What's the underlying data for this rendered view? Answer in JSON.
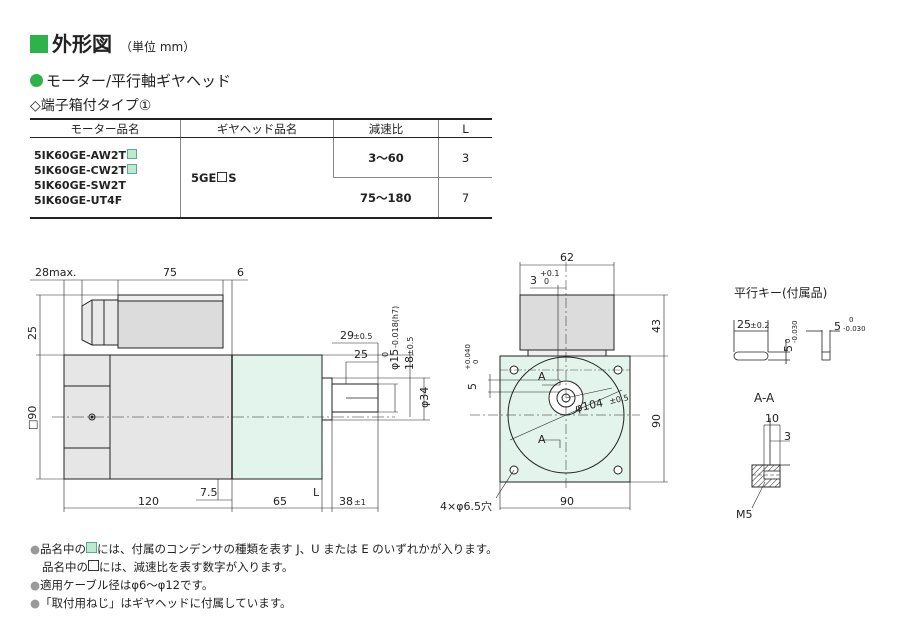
{
  "header": {
    "title": "外形図",
    "unit": "（単位 mm）",
    "subtitle": "モーター/平行軸ギヤヘッド",
    "subtitle2": "◇端子箱付タイプ①"
  },
  "table": {
    "headers": [
      "モーター品名",
      "ギヤヘッド品名",
      "減速比",
      "L"
    ],
    "models": [
      "5IK60GE-AW2T",
      "5IK60GE-CW2T",
      "5IK60GE-SW2T",
      "5IK60GE-UT4F"
    ],
    "gearhead_prefix": "5GE",
    "gearhead_suffix": "S",
    "rows": [
      {
        "ratio": "3～60",
        "L": "3"
      },
      {
        "ratio": "75～180",
        "L": "7"
      }
    ]
  },
  "dims": {
    "side": {
      "d28max": "28max.",
      "d75": "75",
      "d6": "6",
      "d25": "25",
      "d90": "□90",
      "d120": "120",
      "d7_5": "7.5",
      "d65": "65",
      "dL": "L",
      "d38": "38",
      "d38tol": "±1",
      "d29": "29",
      "d29tol": "±0.5",
      "d25b": "25",
      "d15": "φ15",
      "d15tol": "-0.018(h7)",
      "d15tol0": "0",
      "d18": "18",
      "d18tol": "±0.5",
      "d34": "φ34"
    },
    "front": {
      "d62": "62",
      "d3": "3",
      "d3tol_top": "+0.1",
      "d3tol_bot": "0",
      "d43": "43",
      "d5": "5",
      "d5tol_top": "+0.040",
      "d5tol_bot": "0",
      "a_label": "A",
      "d104": "φ104",
      "d104tol": "±0.5",
      "d90v": "90",
      "d90h": "90",
      "holes": "4×φ6.5穴"
    },
    "key": {
      "title": "平行キー(付属品)",
      "d25": "25",
      "d25tol": "±0.2",
      "d5a": "5",
      "d5a_tol": "-0.030",
      "d5a_tol0": "0",
      "d5b": "5",
      "d5b_tol": "-0.030",
      "d5b_tol0": "0",
      "section": "A-A",
      "d10": "10",
      "d3": "3",
      "m5": "M5"
    }
  },
  "notes": [
    {
      "pre": "品名中の",
      "post": "には、付属のコンデンサの種類を表す J、U または E のいずれかが入ります。"
    },
    {
      "pre": "品名中の",
      "post": "には、減速比を表す数字が入ります。"
    },
    {
      "pre": "",
      "post": "適用ケーブル径はφ6～φ12です。"
    },
    {
      "pre": "",
      "post": "「取付用ねじ」はギヤヘッドに付属しています。"
    }
  ],
  "colors": {
    "accent": "#2fb24a",
    "gear_face": "#e3f4ec",
    "motor_gray": "#dcdcdc"
  }
}
